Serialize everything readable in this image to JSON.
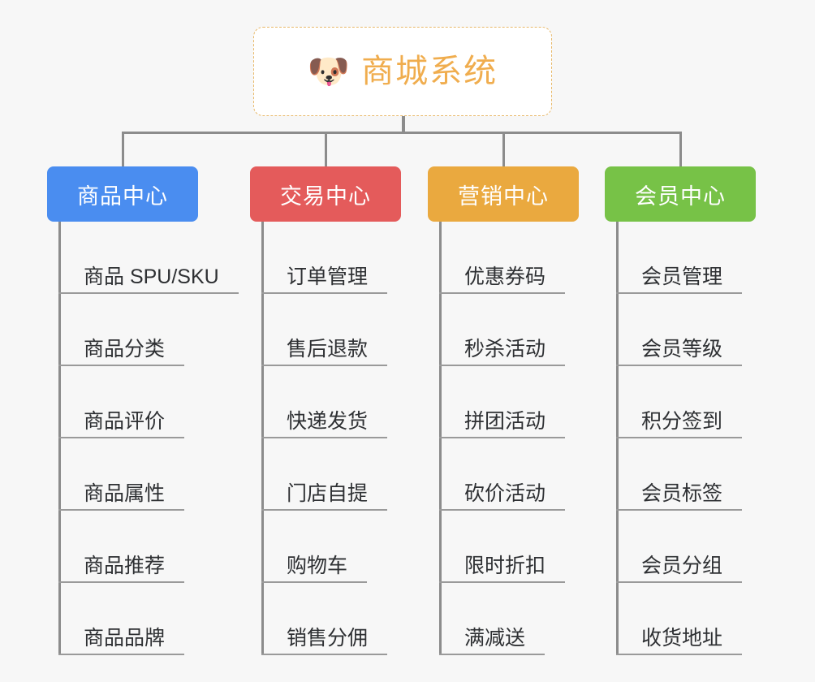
{
  "diagram": {
    "title": "商城系统",
    "type": "mindmap-tree",
    "background_color": "#f7f7f7",
    "connector_color": "#8c8c8c"
  },
  "root": {
    "icon": "shiba-dog-emoji",
    "icon_glyph": "🐶",
    "label": "商城系统",
    "text_color": "#f0ad4e",
    "border_color": "#e8b96a",
    "background_color": "#ffffff"
  },
  "categories": [
    {
      "label": "商品中心",
      "color": "#4a8df0",
      "items": [
        {
          "label": "商品 SPU/SKU"
        },
        {
          "label": "商品分类"
        },
        {
          "label": "商品评价"
        },
        {
          "label": "商品属性"
        },
        {
          "label": "商品推荐"
        },
        {
          "label": "商品品牌"
        }
      ]
    },
    {
      "label": "交易中心",
      "color": "#e45b5b",
      "items": [
        {
          "label": "订单管理"
        },
        {
          "label": "售后退款"
        },
        {
          "label": "快递发货"
        },
        {
          "label": "门店自提"
        },
        {
          "label": "购物车"
        },
        {
          "label": "销售分佣"
        }
      ]
    },
    {
      "label": "营销中心",
      "color": "#eaa93f",
      "items": [
        {
          "label": "优惠券码"
        },
        {
          "label": "秒杀活动"
        },
        {
          "label": "拼团活动"
        },
        {
          "label": "砍价活动"
        },
        {
          "label": "限时折扣"
        },
        {
          "label": "满减送"
        }
      ]
    },
    {
      "label": "会员中心",
      "color": "#77c247",
      "items": [
        {
          "label": "会员管理"
        },
        {
          "label": "会员等级"
        },
        {
          "label": "积分签到"
        },
        {
          "label": "会员标签"
        },
        {
          "label": "会员分组"
        },
        {
          "label": "收货地址"
        }
      ]
    }
  ]
}
